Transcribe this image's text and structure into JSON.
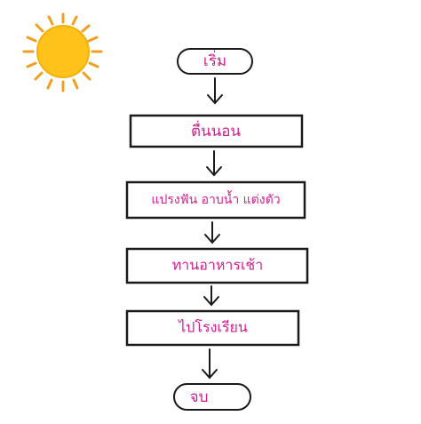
{
  "diagram": {
    "nodes": [
      {
        "id": "start",
        "shape": "terminator",
        "label": "เริ่ม"
      },
      {
        "id": "wake",
        "shape": "process",
        "label": "ตื่นนอน"
      },
      {
        "id": "wash",
        "shape": "process",
        "label": "แปรงฟัน  อาบน้ำ  แต่งตัว"
      },
      {
        "id": "eat",
        "shape": "process",
        "label": "ทานอาหารเช้า"
      },
      {
        "id": "school",
        "shape": "process",
        "label": "ไปโรงเรียน"
      },
      {
        "id": "end",
        "shape": "terminator",
        "label": "จบ"
      }
    ],
    "edges": [
      {
        "from": "start",
        "to": "wake"
      },
      {
        "from": "wake",
        "to": "wash"
      },
      {
        "from": "wash",
        "to": "eat"
      },
      {
        "from": "eat",
        "to": "school"
      },
      {
        "from": "school",
        "to": "end"
      }
    ],
    "decoration": {
      "icon": "sun-icon"
    },
    "colors": {
      "label_text": "#cf1f8a",
      "outline": "#1a1a1a",
      "sun_fill": "#ffc21a",
      "sun_rays": "#f0a020"
    }
  }
}
